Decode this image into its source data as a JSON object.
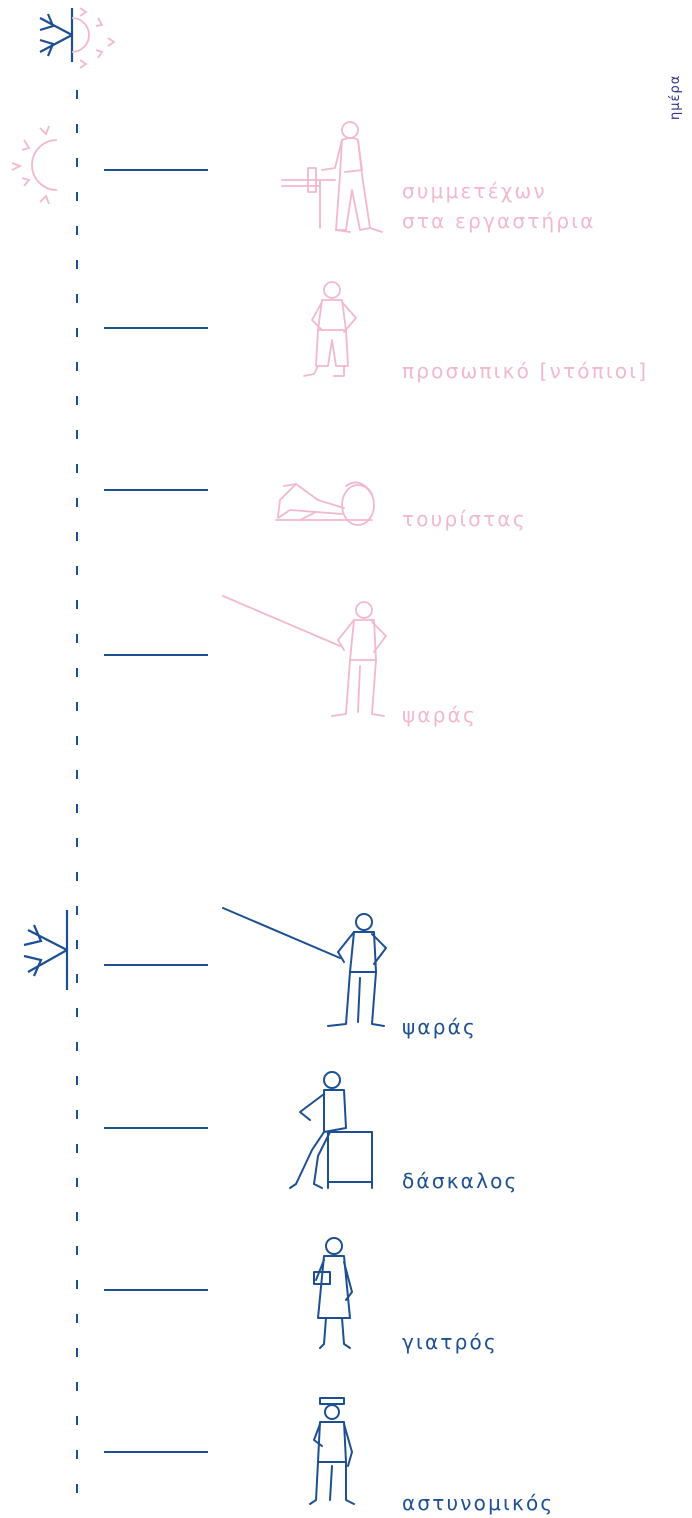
{
  "colors": {
    "summer": "#f2b8cc",
    "winter": "#1d4f93",
    "navy": "#35308a"
  },
  "side_text": "ημέρα",
  "seasons": {
    "summer": {
      "icon": "sun-icon",
      "label": ""
    },
    "winter": {
      "icon": "snowflake-icon",
      "label": ""
    }
  },
  "people": [
    {
      "label": "συμμετέχων\nστα εργαστήρια",
      "season": "summer",
      "icon": "workshop-participant-figure"
    },
    {
      "label": "προσωπικό [ντόπιοι]",
      "season": "summer",
      "icon": "local-staff-figure"
    },
    {
      "label": "τουρίστας",
      "season": "summer",
      "icon": "tourist-figure"
    },
    {
      "label": "ψαράς",
      "season": "summer",
      "icon": "fisherman-figure"
    },
    {
      "label": "ψαράς",
      "season": "winter",
      "icon": "fisherman-figure"
    },
    {
      "label": "δάσκαλος",
      "season": "winter",
      "icon": "teacher-figure"
    },
    {
      "label": "γιατρός",
      "season": "winter",
      "icon": "doctor-figure"
    },
    {
      "label": "αστυνομικός",
      "season": "winter",
      "icon": "police-officer-figure"
    }
  ]
}
